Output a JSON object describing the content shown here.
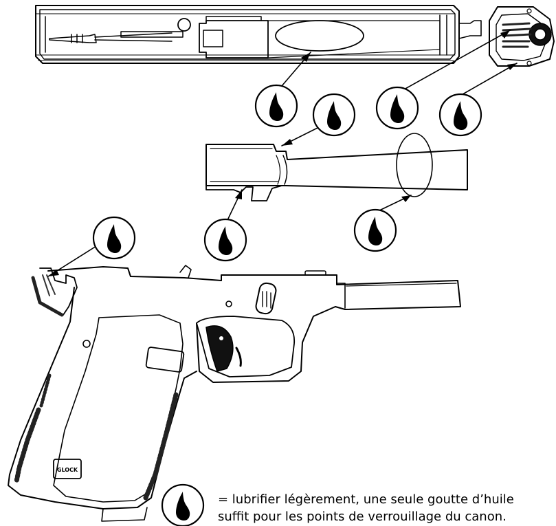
{
  "diagram": {
    "parts": [
      "slide",
      "breech-face",
      "barrel",
      "frame"
    ],
    "oil_drop_icon": "oil-drop-icon",
    "frame_logo_text": "GLOCK",
    "legend": {
      "icon": "oil-drop-icon",
      "line1": "= lubrifier légèrement, une seule goutte d’huile",
      "line2": "suffit pour les points de verrouillage du canon."
    }
  }
}
